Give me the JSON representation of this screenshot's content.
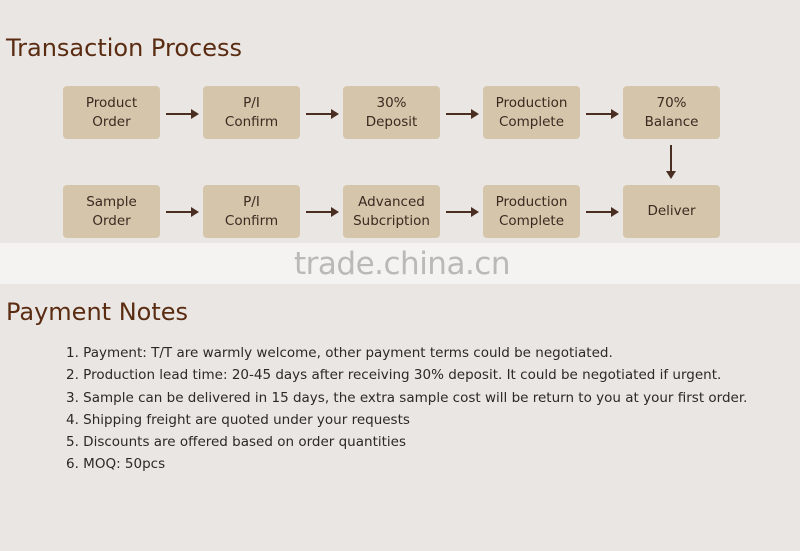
{
  "transaction": {
    "title": "Transaction Process",
    "row1": [
      {
        "line1": "Product",
        "line2": "Order"
      },
      {
        "line1": "P/I",
        "line2": "Confirm"
      },
      {
        "line1": "30%",
        "line2": "Deposit"
      },
      {
        "line1": "Production",
        "line2": "Complete"
      },
      {
        "line1": "70%",
        "line2": "Balance"
      }
    ],
    "row2": [
      {
        "line1": "Sample",
        "line2": "Order"
      },
      {
        "line1": "P/I",
        "line2": "Confirm"
      },
      {
        "line1": "Advanced",
        "line2": "Subcription"
      },
      {
        "line1": "Production",
        "line2": "Complete"
      },
      {
        "line1": "Deliver",
        "line2": ""
      }
    ]
  },
  "watermark": "trade.china.cn",
  "payment": {
    "title": "Payment Notes",
    "notes": [
      "1. Payment: T/T are warmly welcome, other payment terms could be negotiated.",
      "2. Production lead time: 20-45 days after receiving 30% deposit. It could be negotiated if urgent.",
      "3. Sample can be delivered in 15 days, the extra sample cost will be return to you at your first order.",
      "4. Shipping freight are quoted under your requests",
      "5. Discounts are offered based on order quantities",
      "6. MOQ: 50pcs"
    ]
  },
  "colors": {
    "background": "#eae6e3",
    "box": "#d5c5ab",
    "title": "#5a2c12",
    "arrow": "#4a2e22"
  }
}
